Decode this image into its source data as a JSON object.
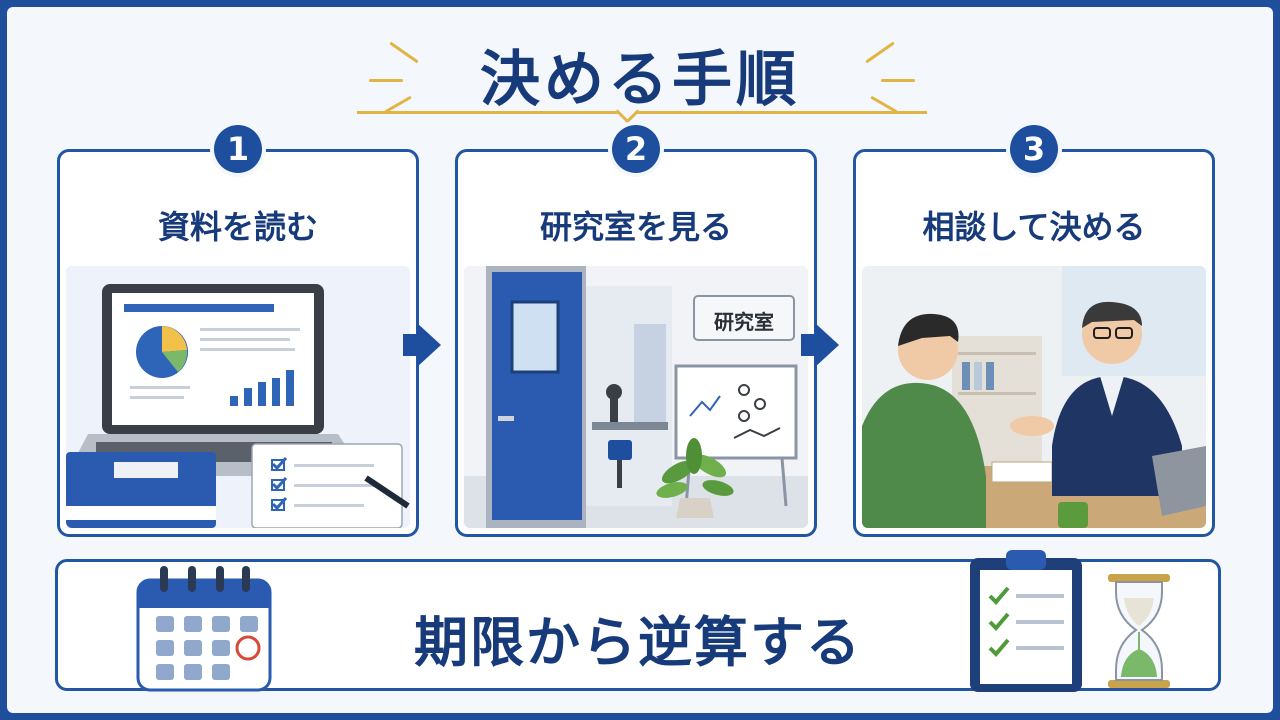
{
  "title": "決める手順",
  "steps": [
    {
      "number": "1",
      "label": "資料を読む"
    },
    {
      "number": "2",
      "label": "研究室を見る"
    },
    {
      "number": "3",
      "label": "相談して決める"
    }
  ],
  "lab_sign": "研究室",
  "deadline": "期限から逆算する",
  "colors": {
    "primary": "#1d4f9e",
    "title": "#173a7a",
    "accent": "#e0b545",
    "background": "#f4f7fc"
  }
}
